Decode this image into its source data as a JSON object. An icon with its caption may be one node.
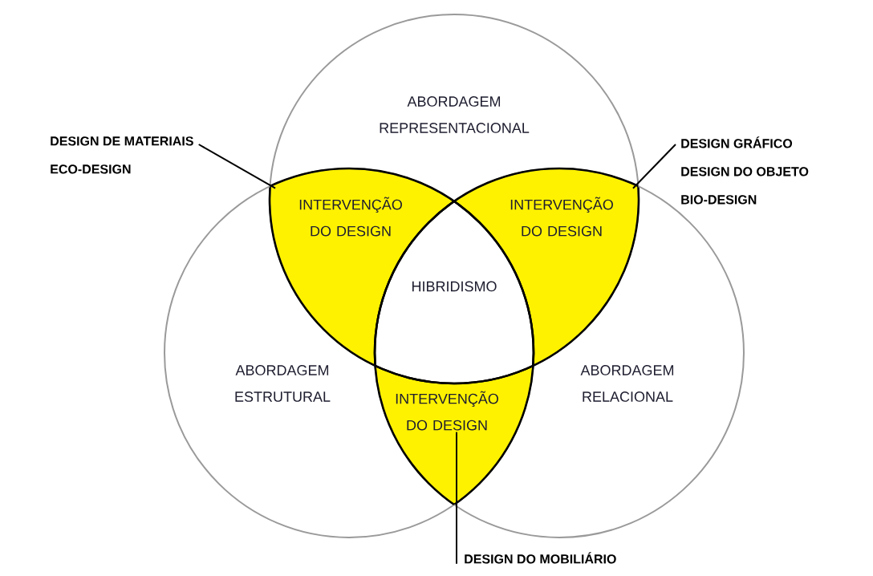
{
  "diagram": {
    "nodes": [
      {
        "text": [
          "ABORDAGEM REPRESENTACIONAL"
        ]
      },
      {
        "text": [
          "ABORDAGEM ESTRUTURAL"
        ]
      },
      {
        "text": [
          "ABORDAGEM RELACIONAL"
        ]
      },
      {
        "text": [
          "INTERVENÇÃO DO DESIGN"
        ]
      },
      {
        "text": [
          "INTERVENÇÃO DO DESIGN"
        ]
      },
      {
        "text": [
          "INTERVENÇÃO DO DESIGN"
        ]
      },
      {
        "text": [
          "HIBRIDISMO"
        ]
      },
      {
        "text": [
          "DESIGN DE MATERIAIS",
          "ECO-DESIGN"
        ]
      },
      {
        "text": [
          "DESIGN GRÁFICO",
          "DESIGN DO OBJETO",
          "BIO-DESIGN"
        ]
      },
      {
        "text": [
          "DESIGN DO MOBILIÁRIO"
        ]
      }
    ],
    "edges": [
      {
        "from": 7,
        "to": 3,
        "arrow": "none"
      },
      {
        "from": 8,
        "to": 4,
        "arrow": "none"
      },
      {
        "from": 9,
        "to": 5,
        "arrow": "none"
      }
    ]
  }
}
